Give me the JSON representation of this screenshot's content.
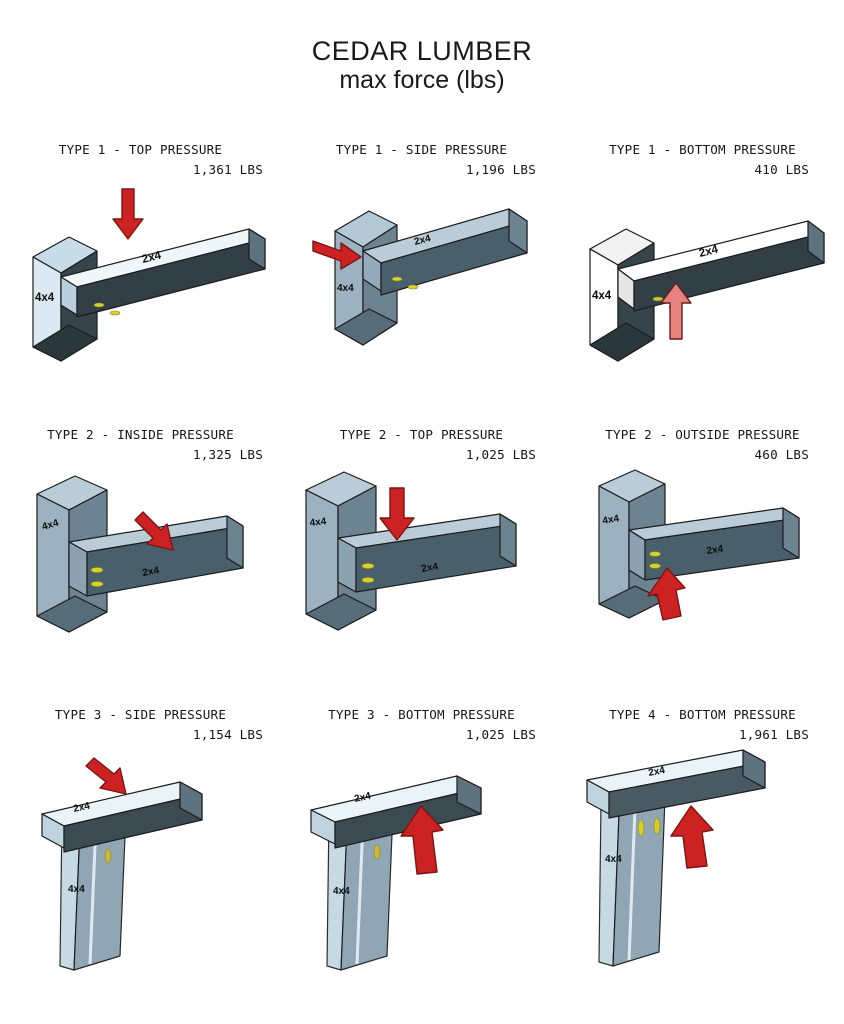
{
  "title": {
    "main": "CEDAR LUMBER",
    "sub": "max force (lbs)"
  },
  "colors": {
    "face_light": "#dce9f2",
    "face_light_alt": "#c8dbe8",
    "face_dark": "#36454c",
    "face_mid": "#6c8391",
    "face_white": "#fdfdfd",
    "face_steel": "#7f97a4",
    "face_steel_dark": "#4e6470",
    "outline": "#1c1c1c",
    "arrow_red": "#cc2222",
    "arrow_red_dark": "#7d1414",
    "arrow_pink": "#e8827f",
    "arrow_pink_dark": "#5e1f1f",
    "screw_yellow": "#d8d22a",
    "text": "#161616"
  },
  "member_labels": {
    "beam": "2x4",
    "post": "4x4"
  },
  "panels": [
    {
      "id": "type1-top",
      "caption_line1": "TYPE 1 - TOP PRESSURE",
      "caption_line2": "1,361 LBS",
      "type": "TYPE 1",
      "pressure": "TOP PRESSURE",
      "force_lbs": 1361,
      "force_text": "1,361 LBS",
      "arrow_direction": "down",
      "arrow_style": "red",
      "joint": "cross-lap-tall-post",
      "shading": "light-blue"
    },
    {
      "id": "type1-side",
      "caption_line1": "TYPE 1 - SIDE PRESSURE",
      "caption_line2": "1,196 LBS",
      "type": "TYPE 1",
      "pressure": "SIDE PRESSURE",
      "force_lbs": 1196,
      "force_text": "1,196 LBS",
      "arrow_direction": "right",
      "arrow_style": "red",
      "joint": "cross-lap-tall-post",
      "shading": "steel"
    },
    {
      "id": "type1-bottom",
      "caption_line1": "TYPE 1 - BOTTOM PRESSURE",
      "caption_line2": "410 LBS",
      "type": "TYPE 1",
      "pressure": "BOTTOM PRESSURE",
      "force_lbs": 410,
      "force_text": "410 LBS",
      "arrow_direction": "up",
      "arrow_style": "pink",
      "joint": "cross-lap-tall-post",
      "shading": "white"
    },
    {
      "id": "type2-inside",
      "caption_line1": "TYPE 2 - INSIDE PRESSURE",
      "caption_line2": "1,325 LBS",
      "type": "TYPE 2",
      "pressure": "INSIDE PRESSURE",
      "force_lbs": 1325,
      "force_text": "1,325 LBS",
      "arrow_direction": "down-right",
      "arrow_style": "red",
      "joint": "butt-to-post-face",
      "shading": "steel"
    },
    {
      "id": "type2-top",
      "caption_line1": "TYPE 2 - TOP PRESSURE",
      "caption_line2": "1,025 LBS",
      "type": "TYPE 2",
      "pressure": "TOP PRESSURE",
      "force_lbs": 1025,
      "force_text": "1,025 LBS",
      "arrow_direction": "down",
      "arrow_style": "red",
      "joint": "butt-to-post-face",
      "shading": "steel"
    },
    {
      "id": "type2-outside",
      "caption_line1": "TYPE 2 - OUTSIDE PRESSURE",
      "caption_line2": "460 LBS",
      "type": "TYPE 2",
      "pressure": "OUTSIDE PRESSURE",
      "force_lbs": 460,
      "force_text": "460 LBS",
      "arrow_direction": "up",
      "arrow_style": "red",
      "joint": "butt-to-post-face",
      "shading": "steel"
    },
    {
      "id": "type3-side",
      "caption_line1": "TYPE 3 - SIDE PRESSURE",
      "caption_line2": "1,154 LBS",
      "type": "TYPE 3",
      "pressure": "SIDE PRESSURE",
      "force_lbs": 1154,
      "force_text": "1,154 LBS",
      "arrow_direction": "down-right",
      "arrow_style": "red",
      "joint": "beam-on-post-top",
      "shading": "light-blue"
    },
    {
      "id": "type3-bottom",
      "caption_line1": "TYPE 3 - BOTTOM PRESSURE",
      "caption_line2": "1,025 LBS",
      "type": "TYPE 3",
      "pressure": "BOTTOM PRESSURE",
      "force_lbs": 1025,
      "force_text": "1,025 LBS",
      "arrow_direction": "up",
      "arrow_style": "red",
      "joint": "beam-on-post-top",
      "shading": "light-blue"
    },
    {
      "id": "type4-bottom",
      "caption_line1": "TYPE 4 - BOTTOM PRESSURE",
      "caption_line2": "1,961 LBS",
      "type": "TYPE 4",
      "pressure": "BOTTOM PRESSURE",
      "force_lbs": 1961,
      "force_text": "1,961 LBS",
      "arrow_direction": "up",
      "arrow_style": "red",
      "joint": "beam-on-post-offset",
      "shading": "light-blue"
    }
  ]
}
